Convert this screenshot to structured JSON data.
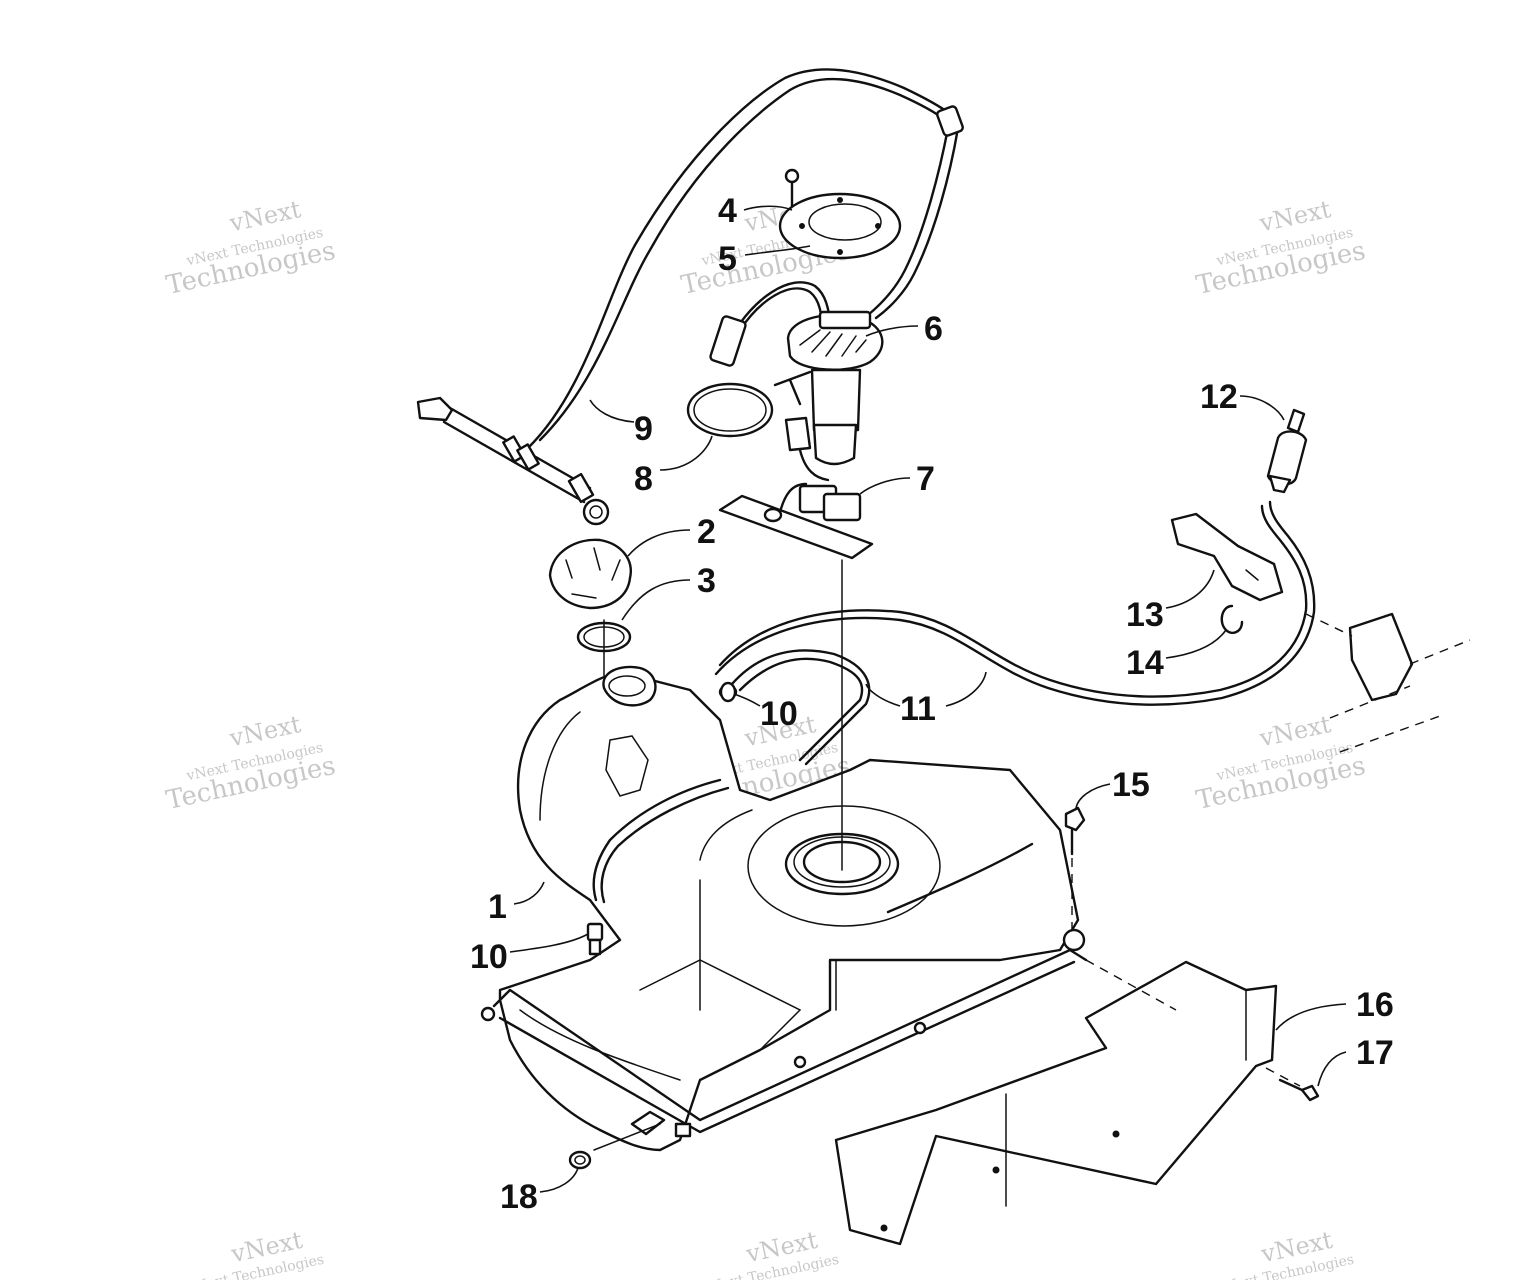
{
  "callouts": [
    "1",
    "2",
    "3",
    "4",
    "5",
    "6",
    "7",
    "8",
    "9",
    "10",
    "10",
    "11",
    "12",
    "13",
    "14",
    "15",
    "16",
    "17",
    "18"
  ],
  "watermark": {
    "line1": "vNext",
    "line2": "vNext Technologies",
    "line3": "Technologies"
  },
  "colors": {
    "ink": "#111111",
    "watermark": "#9a9a9a",
    "background": "#ffffff"
  }
}
